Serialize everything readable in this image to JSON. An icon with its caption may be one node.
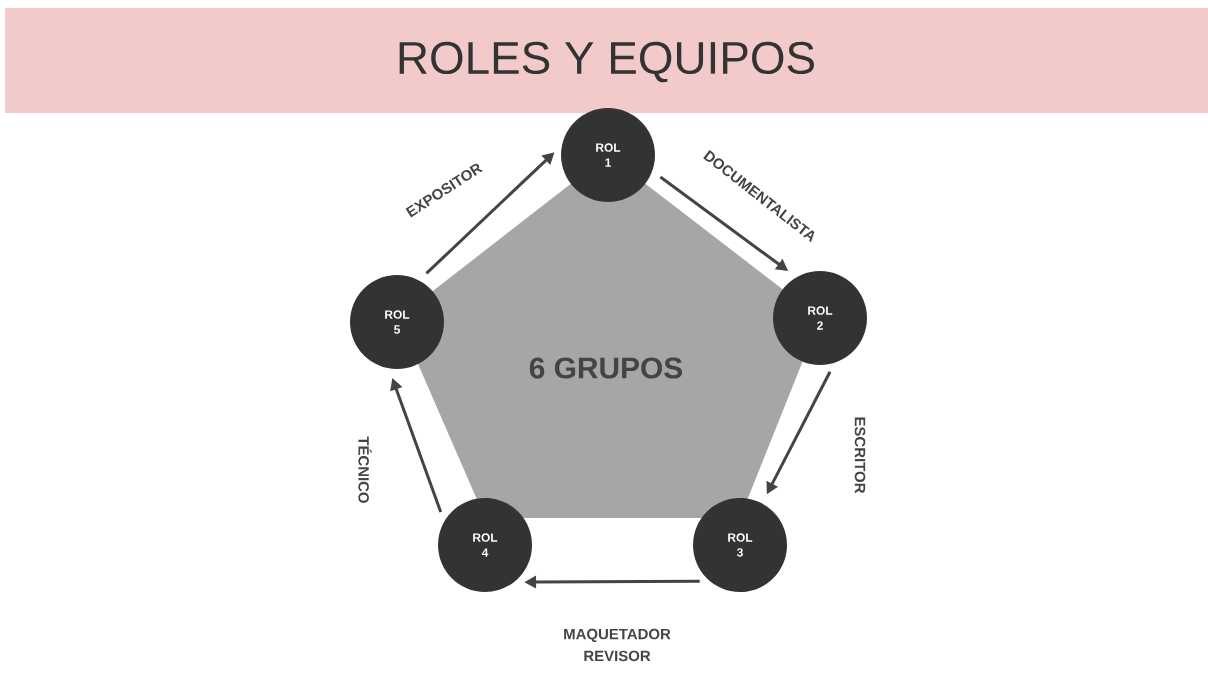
{
  "diagram": {
    "title": "ROLES Y EQUIPOS",
    "nodes": [
      {
        "text": [
          "ROL 1"
        ]
      },
      {
        "text": [
          "ROL 2"
        ]
      },
      {
        "text": [
          "ROL 3"
        ]
      },
      {
        "text": [
          "ROL 4"
        ]
      },
      {
        "text": [
          "ROL 5"
        ]
      },
      {
        "text": [
          "6 GRUPOS"
        ]
      }
    ],
    "edges": [
      {
        "from": 0,
        "to": 1,
        "arrow": "to",
        "label": "DOCUMENTALISTA"
      },
      {
        "from": 1,
        "to": 2,
        "arrow": "to",
        "label": "ESCRITOR"
      },
      {
        "from": 2,
        "to": 3,
        "arrow": "to",
        "label": "MAQUETADOR REVISOR"
      },
      {
        "from": 3,
        "to": 4,
        "arrow": "to",
        "label": "TÉCNICO"
      },
      {
        "from": 4,
        "to": 0,
        "arrow": "to",
        "label": "EXPOSITOR"
      }
    ]
  }
}
